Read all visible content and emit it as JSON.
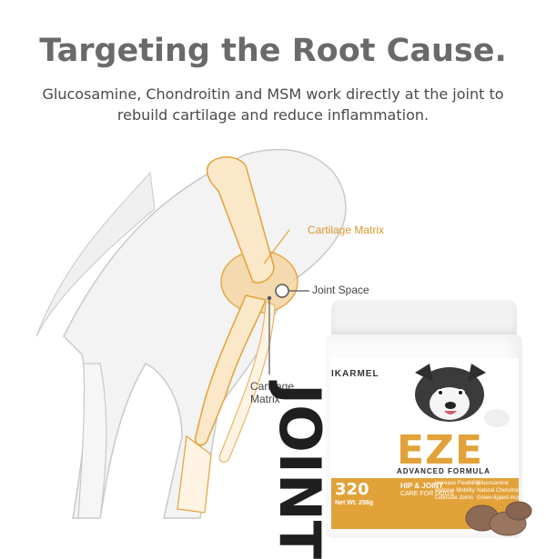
{
  "header": {
    "headline": "Targeting the Root Cause.",
    "subline": "Glucosamine, Chondroitin and MSM work directly at the joint to rebuild cartilage and reduce inflammation."
  },
  "callouts": {
    "cartilage_matrix_top": "Cartilage Matrix",
    "joint_space": "Joint Space",
    "cartilage_matrix_bottom_1": "Cartilage",
    "cartilage_matrix_bottom_2": "Matrix"
  },
  "product": {
    "brand": "IKARMEL",
    "name_1": "JOINT",
    "name_2": "EZE",
    "formula": "ADVANCED FORMULA",
    "count": "320",
    "net_wt": "Net Wt. 256g",
    "category": "HIP & JOINT",
    "care": "CARE FOR DOGS",
    "benefits": [
      "Increase Flexibility",
      "Improve Mobility",
      "Lubricate Joints"
    ],
    "ingredients": [
      "Glucosamine",
      "Natural Chondroitin",
      "Green-lipped mussel"
    ]
  },
  "colors": {
    "accent_orange": "#e2a23a",
    "cartilage_fill": "#f6d7a8",
    "outline_gray": "#9a9a9a"
  }
}
